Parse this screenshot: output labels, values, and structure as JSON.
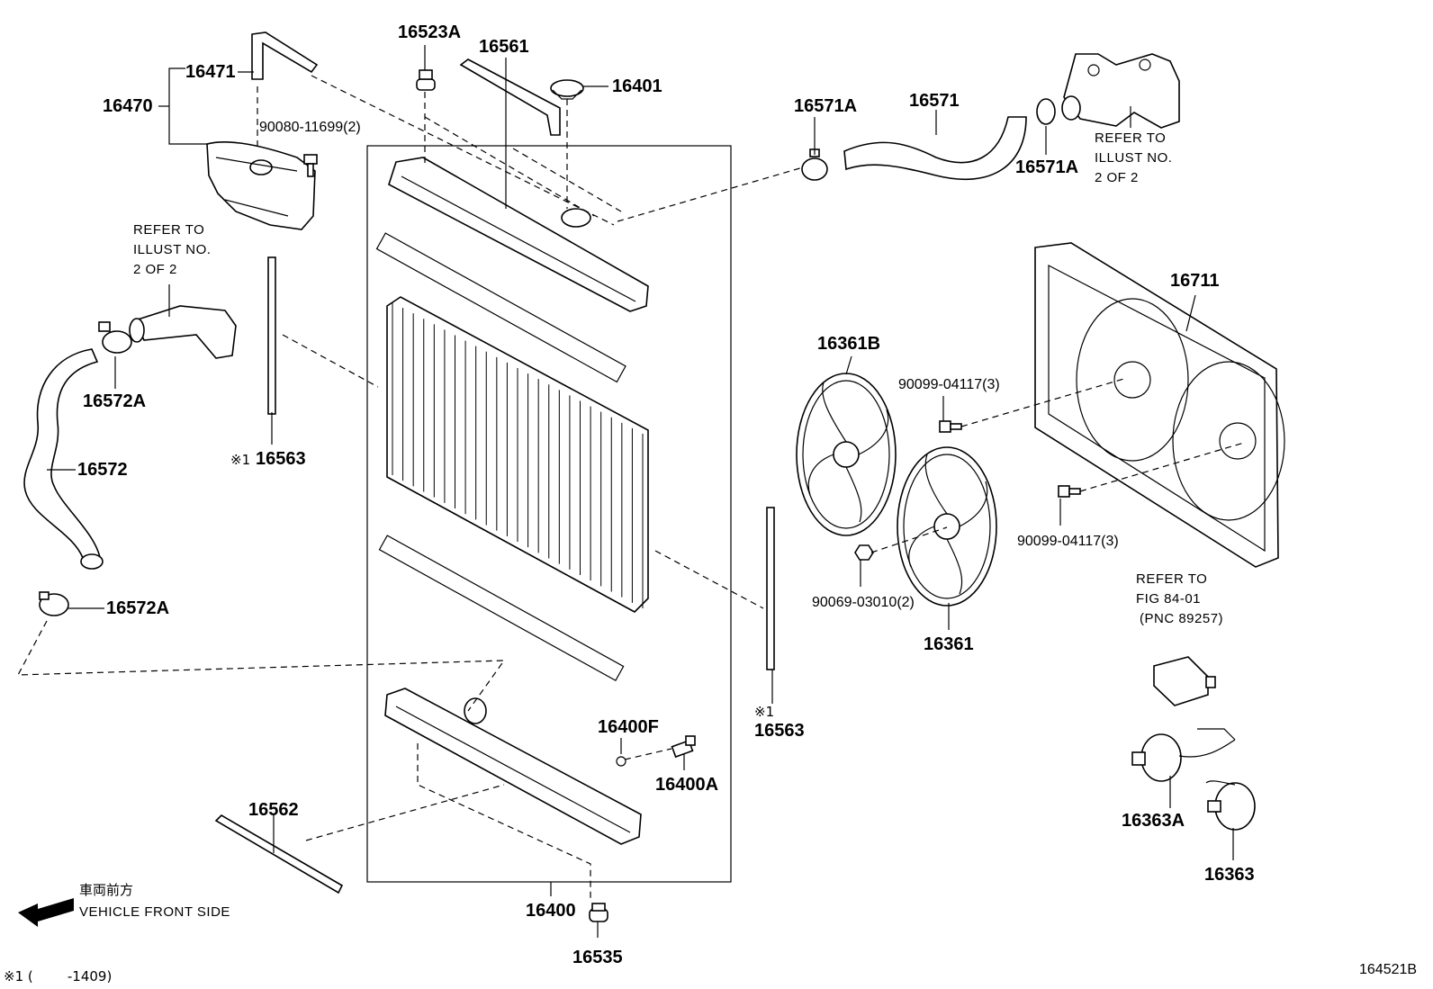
{
  "parts": {
    "p16470": "16470",
    "p16471": "16471",
    "p90080": "90080-11699(2)",
    "p16523A": "16523A",
    "p16561": "16561",
    "p16401": "16401",
    "p16571A_left": "16571A",
    "p16571": "16571",
    "p16571A_right": "16571A",
    "p16572A_top": "16572A",
    "p16572": "16572",
    "p16572A_bottom": "16572A",
    "p16563_left": "16563",
    "p16563_right": "16563",
    "p16711": "16711",
    "p16361B": "16361B",
    "p90099_top": "90099-04117(3)",
    "p90099_bottom": "90099-04117(3)",
    "p90069": "90069-03010(2)",
    "p16361": "16361",
    "p16400F": "16400F",
    "p16400A": "16400A",
    "p16562": "16562",
    "p16400": "16400",
    "p16535": "16535",
    "p16363A": "16363A",
    "p16363": "16363"
  },
  "refs": {
    "ref_top_right": [
      "REFER TO",
      "ILLUST NO.",
      "2 OF 2"
    ],
    "ref_left": [
      "REFER TO",
      "ILLUST NO.",
      "2 OF 2"
    ],
    "ref_fig": [
      "REFER TO",
      "FIG 84-01",
      "(PNC 89257)"
    ]
  },
  "marks": {
    "note_mark_left": "※1",
    "note_mark_right": "※1"
  },
  "direction": {
    "jp": "車両前方",
    "en": "VEHICLE FRONT SIDE"
  },
  "footnote": "※1 (        -1409)",
  "diagram_id": "164521B"
}
